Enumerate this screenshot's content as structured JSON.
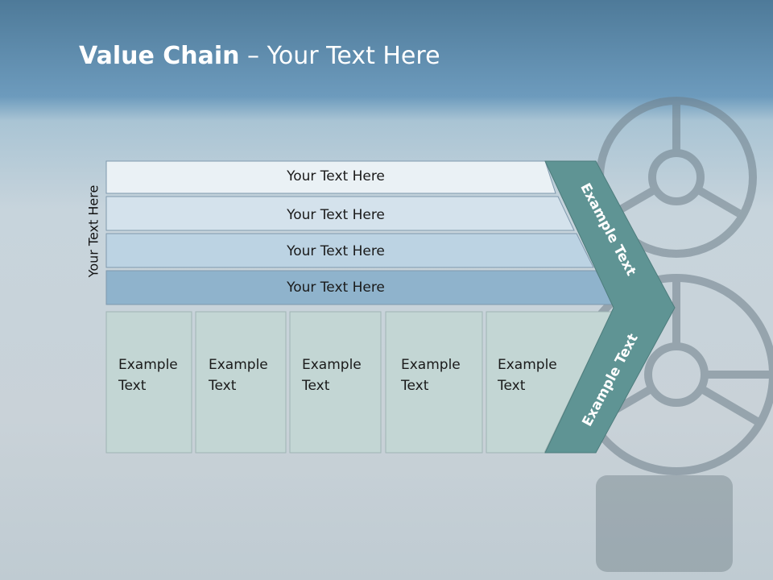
{
  "slide": {
    "title_bold": "Value Chain",
    "title_rest": " – Your Text Here"
  },
  "diagram": {
    "vertical_label": "Your Text Here",
    "rows": [
      {
        "label": "Your Text Here",
        "color": "#eaf1f5"
      },
      {
        "label": "Your Text Here",
        "color": "#d4e2ec"
      },
      {
        "label": "Your Text Here",
        "color": "#bcd3e3"
      },
      {
        "label": "Your Text Here",
        "color": "#8fb3cc"
      }
    ],
    "boxes": [
      {
        "line1": "Example",
        "line2": "Text"
      },
      {
        "line1": "Example",
        "line2": "Text"
      },
      {
        "line1": "Example",
        "line2": "Text"
      },
      {
        "line1": "Example",
        "line2": "Text"
      },
      {
        "line1": "Example",
        "line2": "Text"
      }
    ],
    "arrow_upper_label": "Example Text",
    "arrow_lower_label": "Example Text",
    "arrow_color": "#5f9494",
    "box_color": "#c3d6d4"
  }
}
